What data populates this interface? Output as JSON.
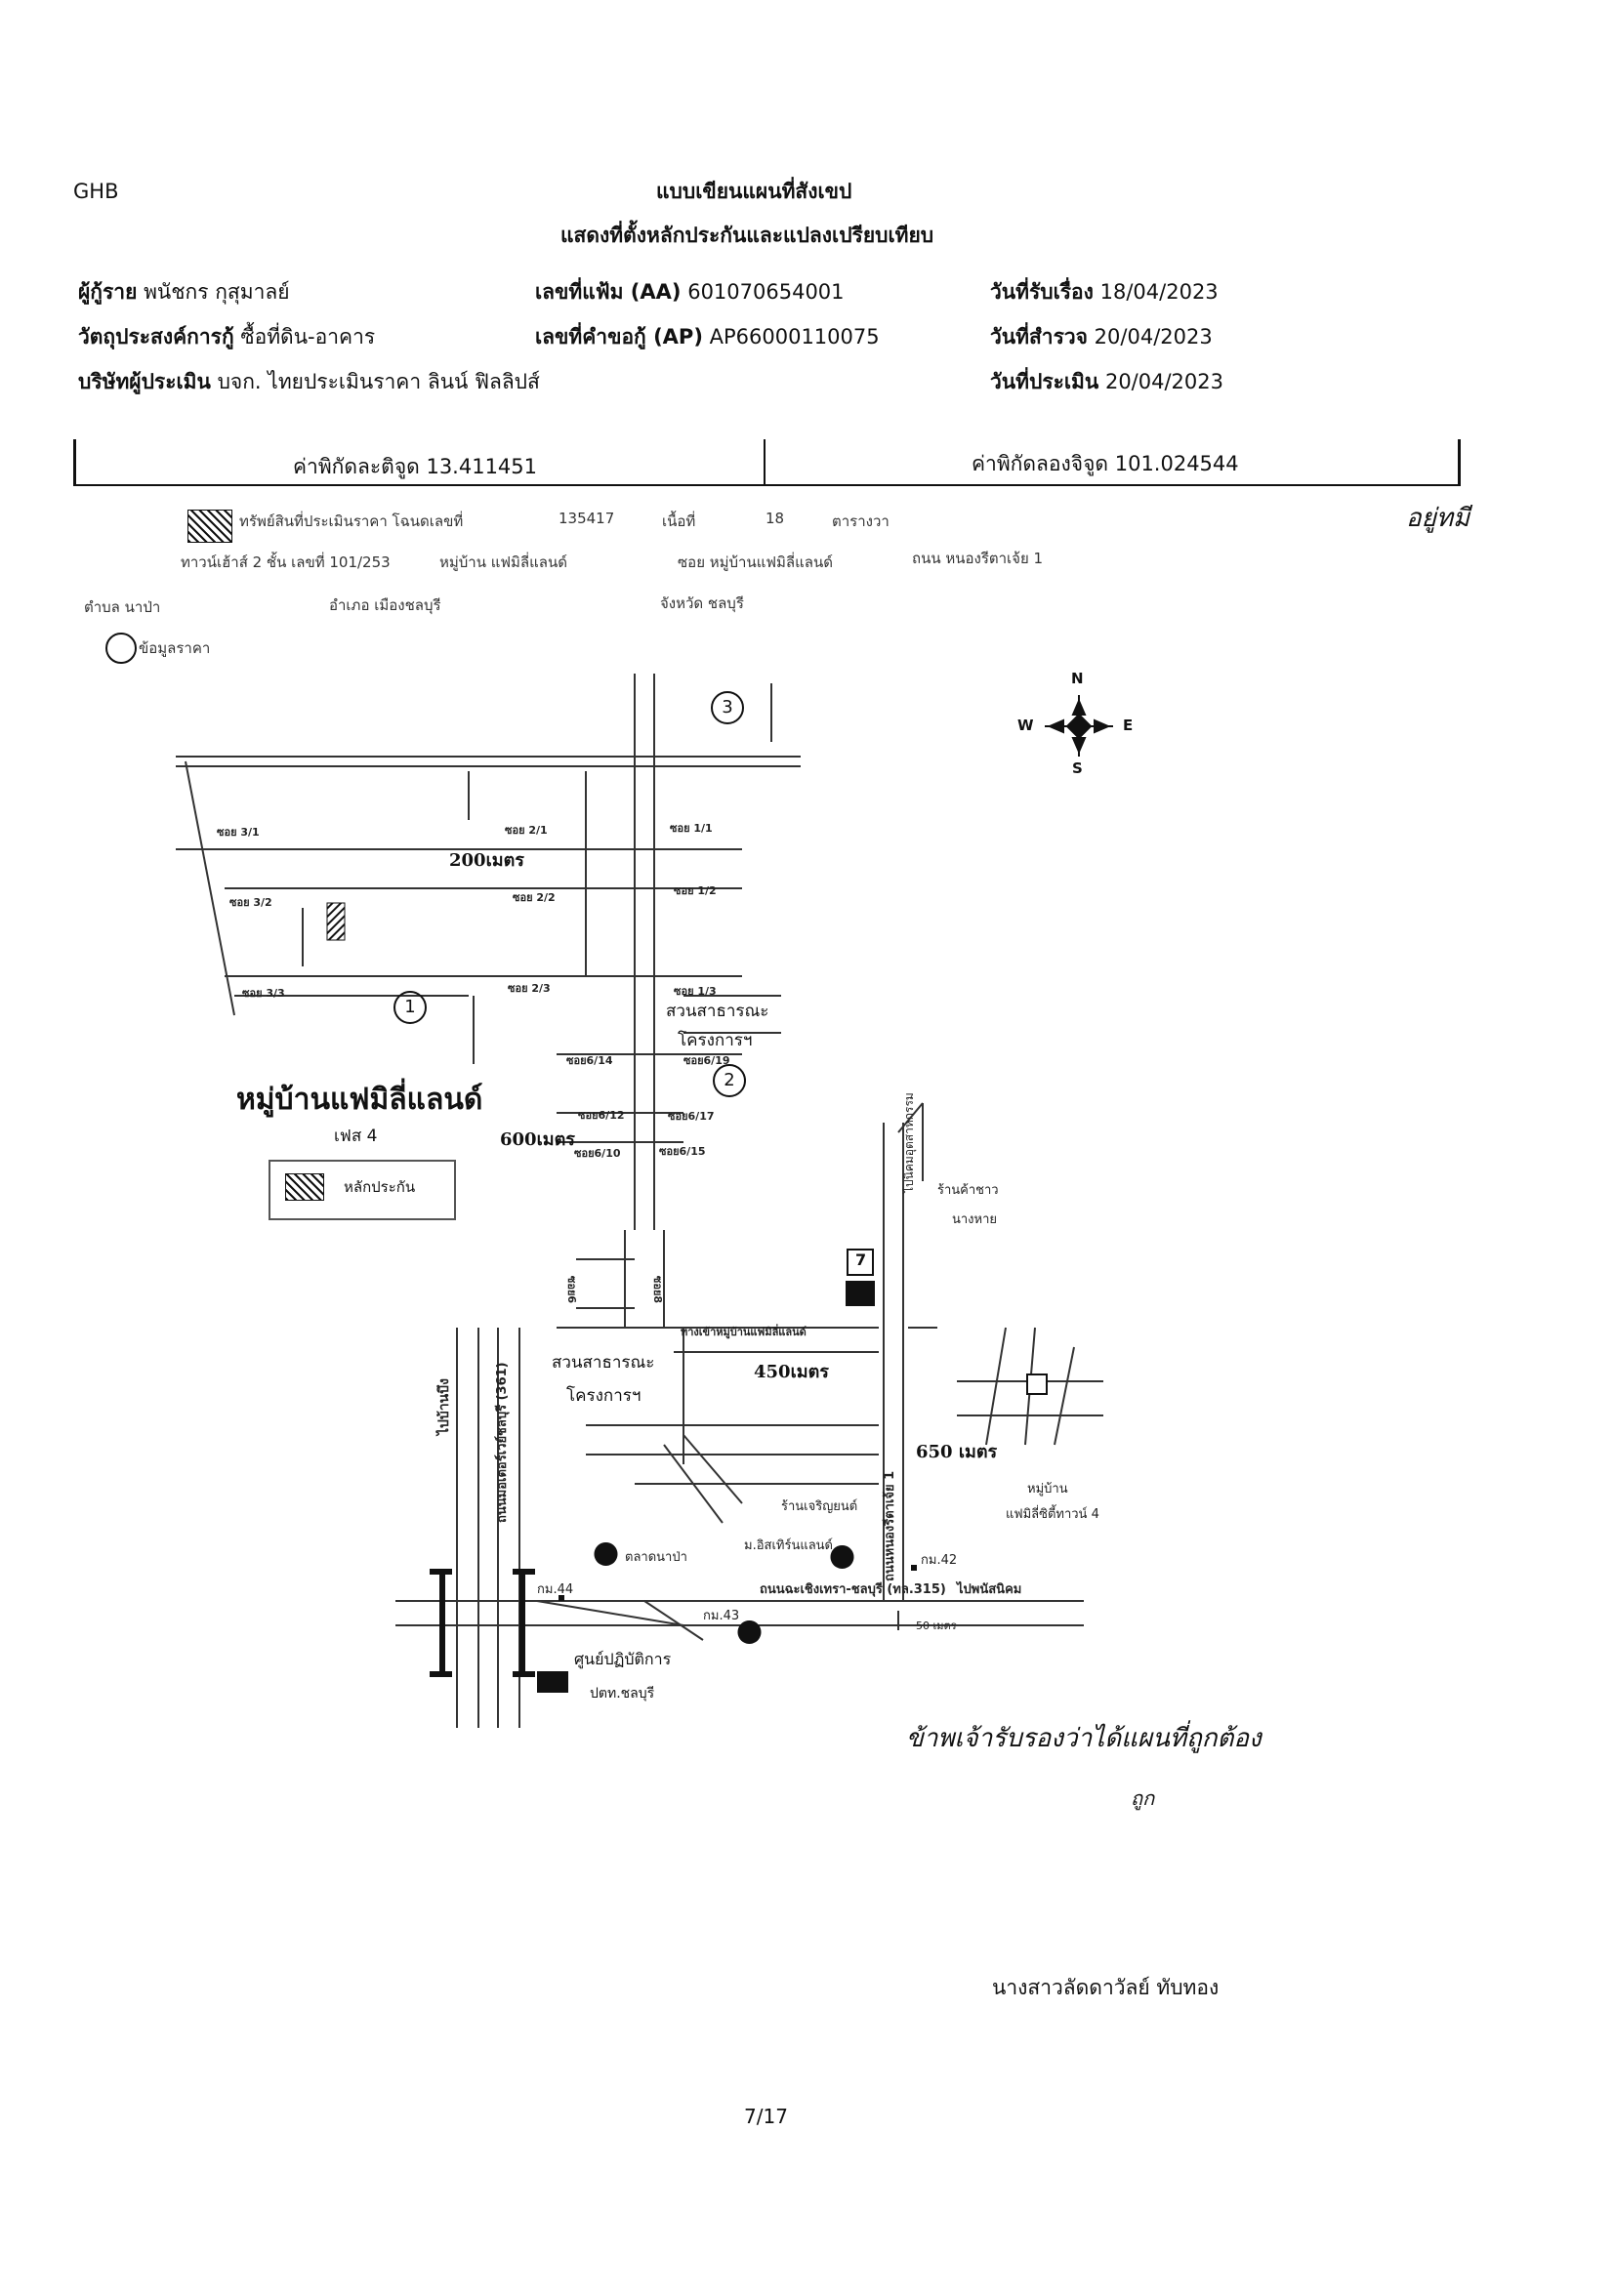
{
  "header": {
    "corner_code": "GHB",
    "title_line1": "แบบเขียนแผนที่สังเขป",
    "title_line2": "แสดงที่ตั้งหลักประกันและแปลงเปรียบเทียบ"
  },
  "info": {
    "borrower_label": "ผู้กู้ราย",
    "borrower_value": "พนัชกร กุสุมาลย์",
    "purpose_label": "วัตถุประสงค์การกู้",
    "purpose_value": "ซื้อที่ดิน-อาคาร",
    "appraiser_label": "บริษัทผู้ประเมิน",
    "appraiser_value": "บจก. ไทยประเมินราคา ลินน์ ฟิลลิปส์",
    "file_no_label": "เลขที่แฟ้ม (AA)",
    "file_no_value": "601070654001",
    "request_no_label": "เลขที่คำขอกู้ (AP)",
    "request_no_value": "AP66000110075",
    "received_label": "วันที่รับเรื่อง",
    "received_value": "18/04/2023",
    "survey_label": "วันที่สำรวจ",
    "survey_value": "20/04/2023",
    "appraisal_label": "วันที่ประเมิน",
    "appraisal_value": "20/04/2023"
  },
  "coordinates": {
    "lat_label": "ค่าพิกัดละติจูด",
    "lat_value": "13.411451",
    "lon_label": "ค่าพิกัดลองจิจูด",
    "lon_value": "101.024544"
  },
  "property": {
    "line1_a": "ทรัพย์สินที่ประเมินราคา โฉนดเลขที่",
    "line1_b": "135417",
    "line1_c": "เนื้อที่",
    "line1_d": "18",
    "line1_e": "ตารางวา",
    "line2_a": "ทาวน์เฮ้าส์ 2 ชั้น เลขที่ 101/253",
    "line2_b": "หมู่บ้าน แฟมิลี่แลนด์",
    "line2_c": "ซอย หมู่บ้านแฟมิลี่แลนด์",
    "line2_d": "ถนน หนองรีตาเจ้ย 1",
    "line3_a": "ตำบล นาป่า",
    "line3_b": "อำเภอ เมืองชลบุรี",
    "line3_c": "จังหวัด ชลบุรี",
    "market_data_label": "ข้อมูลราคา",
    "margin_note": "อยู่ทมี"
  },
  "map": {
    "compass": {
      "n": "N",
      "s": "S",
      "e": "E",
      "w": "W"
    },
    "village_name": "หมู่บ้านแฟมิลี่แลนด์",
    "village_phase": "เฟส 4",
    "legend_collateral": "หลักประกัน",
    "dist_200": "200เมตร",
    "dist_600": "600เมตร",
    "dist_450": "450เมตร",
    "dist_650": "650 เมตร",
    "dist_50": "50 เมตร",
    "park_1_line1": "สวนสาธารณะ",
    "park_1_line2": "โครงการฯ",
    "park_2_line1": "สวนสาธารณะ",
    "park_2_line2": "โครงการฯ",
    "soi_31": "ซอย 3/1",
    "soi_21": "ซอย 2/1",
    "soi_11": "ซอย 1/1",
    "soi_32": "ซอย 3/2",
    "soi_22": "ซอย 2/2",
    "soi_12": "ซอย 1/2",
    "soi_33": "ซอย 3/3",
    "soi_23": "ซอย 2/3",
    "soi_13": "ซอย 1/3",
    "soi_614": "ซอย6/14",
    "soi_619": "ซอย6/19",
    "soi_612": "ซอย6/12",
    "soi_617": "ซอย6/17",
    "soi_6x": "ซอย6/10",
    "soi_615": "ซอย6/15",
    "soi_6": "ซอย6",
    "soi_8": "ซอย8",
    "village_entrance": "ทางเข้าหมู่บ้านแฟมิลี่แลนด์",
    "road_left_vertical": "ไปบ้านบึง",
    "road_sukhumvit": "ถนนมอเตอร์เวย์ชลบุรี (361)",
    "road_nongri": "ถนนหนองรีตาเจ้ย 1",
    "road_315": "ถนนฉะเชิงเทรา-ชลบุรี (ทล.315)",
    "to_phanat": "ไปพนัสนิคม",
    "km42": "กม.42",
    "km44": "กม.44",
    "km43": "กม.43",
    "market": "ตลาดนาป่า",
    "school": "ม.อิสเทิร์นแลนด์",
    "store": "ร้านเจริญยนต์",
    "ops_center_line1": "ศูนย์ปฏิบัติการ",
    "ops_center_line2": "ปตท.ชลบุรี",
    "shop_line1": "ร้านค้าชาว",
    "shop_line2": "นางหาย",
    "village_other_line1": "หมู่บ้าน",
    "village_other_line2": "แฟมิลี่ซิตี้ทาวน์ 4",
    "road_top_right": "ไปนิคมอุตสาหกรรม",
    "seven_eleven": "7"
  },
  "signature": {
    "handwritten": "ข้าพเจ้ารับรองว่าได้แผนที่ถูกต้อง",
    "initial": "ถูก",
    "name": "นางสาวลัดดาวัลย์  ทับทอง"
  },
  "footer": {
    "page": "7/17"
  }
}
